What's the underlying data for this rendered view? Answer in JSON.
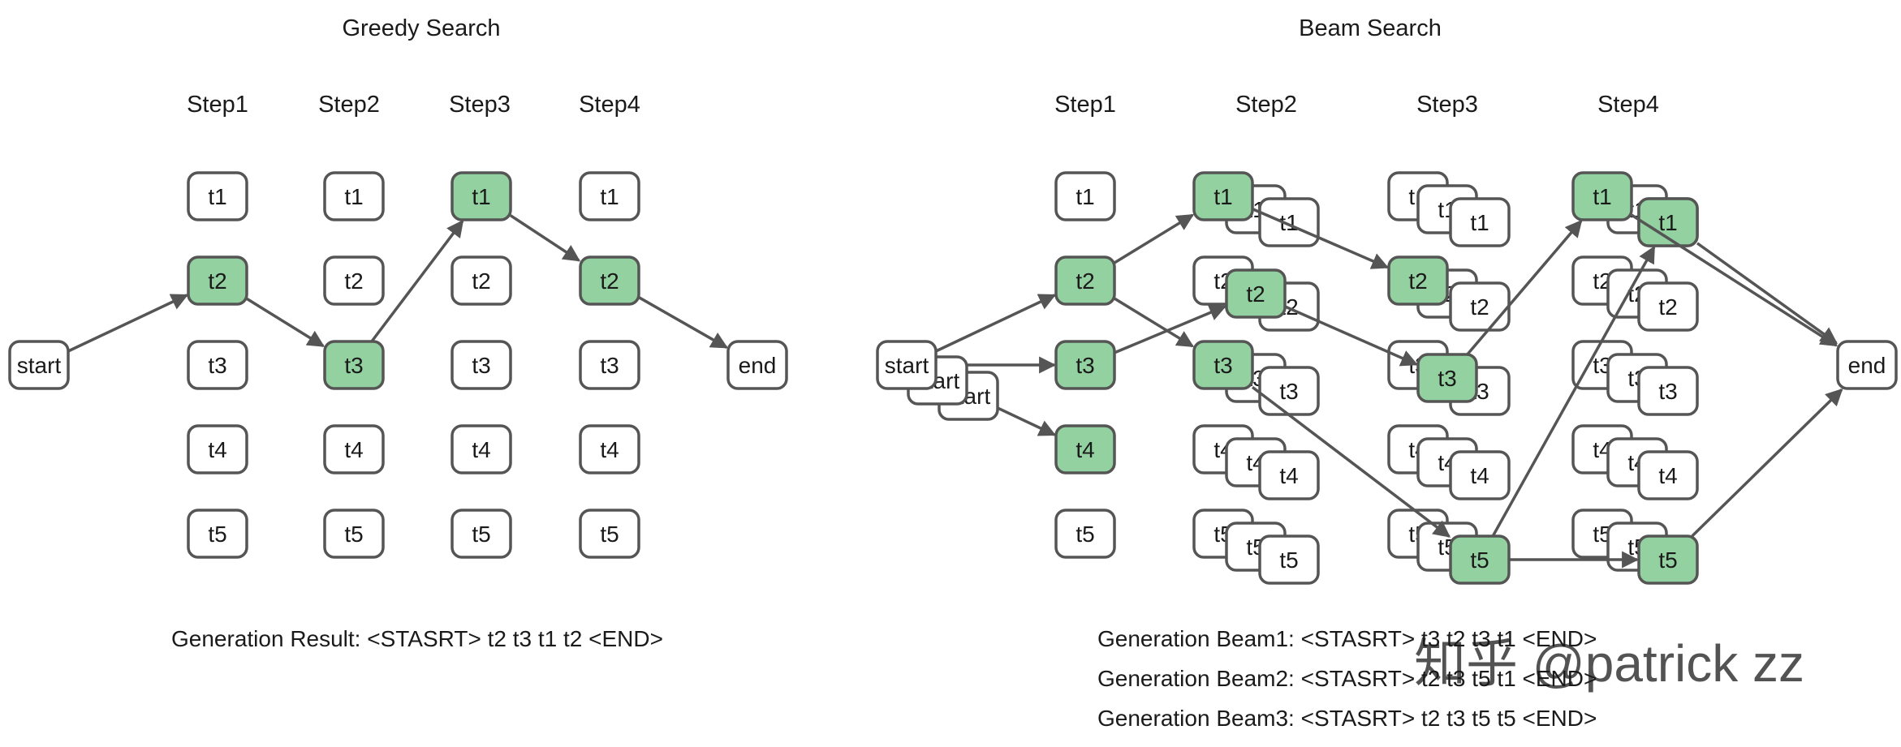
{
  "colors": {
    "highlight": "#93d1a0",
    "node_fill": "#ffffff",
    "stroke": "#555555",
    "text": "#1a1a1a"
  },
  "greedy": {
    "title": "Greedy Search",
    "steps": [
      "Step1",
      "Step2",
      "Step3",
      "Step4"
    ],
    "tokens": [
      "t1",
      "t2",
      "t3",
      "t4",
      "t5"
    ],
    "start_label": "start",
    "end_label": "end",
    "path": [
      "t2",
      "t3",
      "t1",
      "t2"
    ],
    "result": "Generation Result: <STASRT> t2 t3 t1 t2 <END>"
  },
  "beam": {
    "title": "Beam Search",
    "steps": [
      "Step1",
      "Step2",
      "Step3",
      "Step4"
    ],
    "tokens": [
      "t1",
      "t2",
      "t3",
      "t4",
      "t5"
    ],
    "start_label": "start",
    "end_label": "end",
    "step1_selected": [
      "t2",
      "t3",
      "t4"
    ],
    "step2_selected": [
      "t1",
      "t2",
      "t3"
    ],
    "step3_selected": [
      "t2",
      "t3",
      "t5"
    ],
    "step4_selected": [
      "t1",
      "t5"
    ],
    "results": [
      "Generation Beam1: <STASRT> t3 t2 t3 t1 <END>",
      "Generation Beam2: <STASRT> t2 t3 t5 t1 <END>",
      "Generation Beam3: <STASRT> t2 t3 t5 t5 <END>"
    ]
  },
  "watermark": "知乎 @patrick zz"
}
